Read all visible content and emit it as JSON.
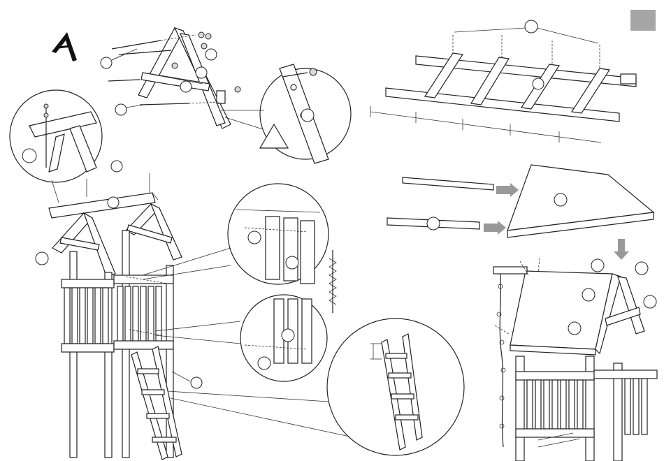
{
  "page": {
    "corner_tab_color": "#a6a6a6",
    "line_color": "#222222",
    "arrow_color": "#999999"
  },
  "icons": {
    "step_letter_icon": "triangle-letter-a-icon",
    "warning_icon": "triangle-icon",
    "flow_arrow": "arrow-right-icon",
    "flow_arrow_down": "arrow-down-icon"
  },
  "panels": [
    "top-left-truss-assembly",
    "left-tower-assembly",
    "roof-batten-layout",
    "roof-panel-assembly",
    "finished-roof-tower"
  ]
}
